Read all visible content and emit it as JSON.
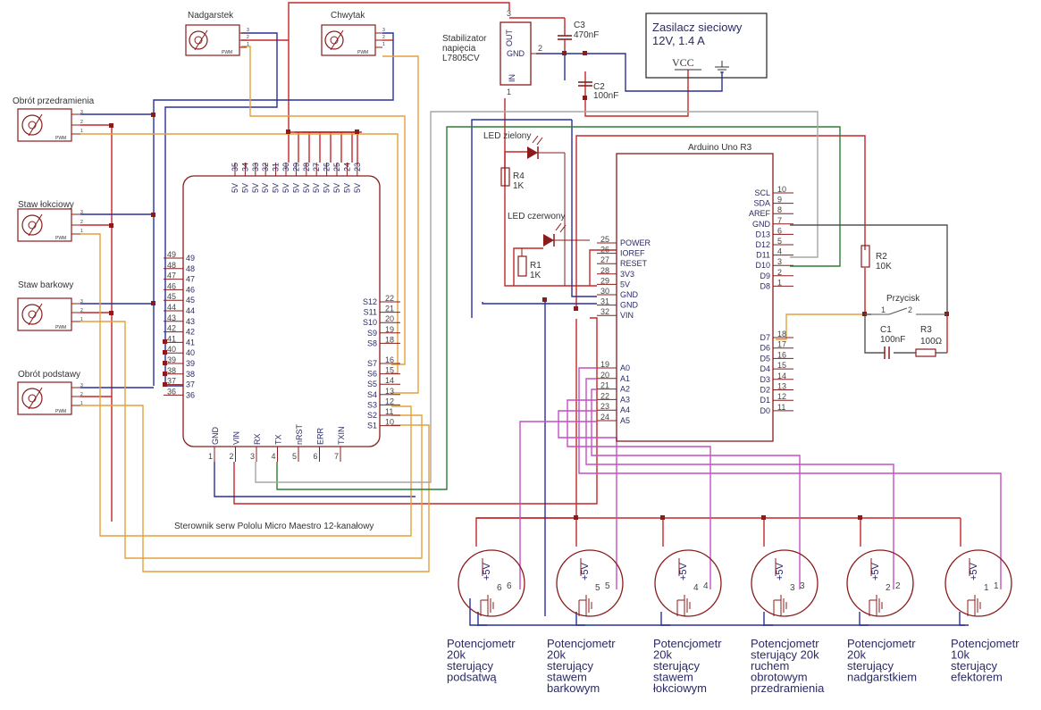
{
  "servos": [
    {
      "label": "Nadgarstek"
    },
    {
      "label": "Chwytak"
    },
    {
      "label": "Obrót przedramienia"
    },
    {
      "label": "Staw łokciowy"
    },
    {
      "label": "Staw barkowy"
    },
    {
      "label": "Obrót podstawy"
    }
  ],
  "servo_pins": [
    "3",
    "2",
    "1"
  ],
  "servo_pwm": "PWM",
  "regulator": {
    "label_lines": [
      "Stabilizator",
      "napięcia",
      "L7805CV"
    ],
    "pin_out": "OUT",
    "pin_gnd": "GND",
    "pin_in": "IN",
    "num_3": "3",
    "num_2": "2",
    "num_1": "1"
  },
  "capacitors": {
    "c3_name": "C3",
    "c3_value": "470nF",
    "c2_name": "C2",
    "c2_value": "100nF",
    "c1_name": "C1",
    "c1_value": "100nF"
  },
  "power_supply": {
    "title": "Zasilacz sieciowy",
    "spec": "12V, 1.4 A",
    "vcc": "VCC"
  },
  "leds": {
    "green": "LED zielony",
    "red": "LED czerwony",
    "r4_name": "R4",
    "r4_value": "1K",
    "r1_name": "R1",
    "r1_value": "1K"
  },
  "arduino": {
    "title": "Arduino Uno R3",
    "left_pins": [
      {
        "num": "25",
        "name": "POWER"
      },
      {
        "num": "26",
        "name": "IOREF"
      },
      {
        "num": "27",
        "name": "RESET"
      },
      {
        "num": "28",
        "name": "3V3"
      },
      {
        "num": "29",
        "name": "5V"
      },
      {
        "num": "30",
        "name": "GND"
      },
      {
        "num": "31",
        "name": "GND"
      },
      {
        "num": "32",
        "name": "VIN"
      }
    ],
    "analog_pins": [
      {
        "num": "19",
        "name": "A0"
      },
      {
        "num": "20",
        "name": "A1"
      },
      {
        "num": "21",
        "name": "A2"
      },
      {
        "num": "22",
        "name": "A3"
      },
      {
        "num": "23",
        "name": "A4"
      },
      {
        "num": "24",
        "name": "A5"
      }
    ],
    "right_top_pins": [
      {
        "name": "SCL",
        "num": "10"
      },
      {
        "name": "SDA",
        "num": "9"
      },
      {
        "name": "AREF",
        "num": "8"
      },
      {
        "name": "GND",
        "num": "7"
      },
      {
        "name": "D13",
        "num": "6"
      },
      {
        "name": "D12",
        "num": "5"
      },
      {
        "name": "D11",
        "num": "4"
      },
      {
        "name": "D10",
        "num": "3"
      },
      {
        "name": "D9",
        "num": "2"
      },
      {
        "name": "D8",
        "num": "1"
      }
    ],
    "right_bottom_pins": [
      {
        "name": "D7",
        "num": "18"
      },
      {
        "name": "D6",
        "num": "17"
      },
      {
        "name": "D5",
        "num": "16"
      },
      {
        "name": "D4",
        "num": "15"
      },
      {
        "name": "D3",
        "num": "14"
      },
      {
        "name": "D2",
        "num": "13"
      },
      {
        "name": "D1",
        "num": "12"
      },
      {
        "name": "D0",
        "num": "11"
      }
    ]
  },
  "button": {
    "label": "Przycisk",
    "r2_name": "R2",
    "r2_value": "10K",
    "r3_name": "R3",
    "r3_value": "100Ω",
    "pin1": "1",
    "pin2": "2"
  },
  "maestro": {
    "caption": "Sterownik serw Pololu Micro Maestro 12-kanałowy",
    "top_numbers": [
      "35",
      "34",
      "33",
      "32",
      "31",
      "30",
      "29",
      "28",
      "27",
      "26",
      "25",
      "24",
      "23"
    ],
    "top_names": [
      "5V",
      "5V",
      "5V",
      "5V",
      "5V",
      "5V",
      "5V",
      "5V",
      "5V",
      "5V",
      "5V",
      "5V",
      "5V"
    ],
    "left_pins": [
      "49",
      "48",
      "47",
      "46",
      "45",
      "44",
      "43",
      "42",
      "41",
      "40",
      "39",
      "38",
      "37",
      "36"
    ],
    "right_pins": [
      {
        "name": "S12",
        "num": "22"
      },
      {
        "name": "S11",
        "num": "21"
      },
      {
        "name": "S10",
        "num": "20"
      },
      {
        "name": "S9",
        "num": "19"
      },
      {
        "name": "S8",
        "num": "18"
      },
      {
        "name": "S7",
        "num": "16"
      },
      {
        "name": "S6",
        "num": "15"
      },
      {
        "name": "S5",
        "num": "14"
      },
      {
        "name": "S4",
        "num": "13"
      },
      {
        "name": "S3",
        "num": "12"
      },
      {
        "name": "S2",
        "num": "11"
      },
      {
        "name": "S1",
        "num": "10"
      }
    ],
    "bottom_pins": [
      {
        "num": "1",
        "name": "GND"
      },
      {
        "num": "2",
        "name": "VIN"
      },
      {
        "num": "3",
        "name": "RX"
      },
      {
        "num": "4",
        "name": "TX"
      },
      {
        "num": "5",
        "name": "nRST"
      },
      {
        "num": "6",
        "name": "ERR"
      },
      {
        "num": "7",
        "name": "TXIN"
      }
    ]
  },
  "potentiometers": [
    {
      "pin": "6",
      "lines": [
        "Potencjometr",
        "20k",
        "sterujący",
        "podsatwą"
      ]
    },
    {
      "pin": "5",
      "lines": [
        "Potencjometr",
        "20k",
        "sterujący",
        "stawem",
        "barkowym"
      ]
    },
    {
      "pin": "4",
      "lines": [
        "Potencjometr",
        "20k",
        "sterujący",
        "stawem",
        "łokciowym"
      ]
    },
    {
      "pin": "3",
      "lines": [
        "Potencjometr",
        "sterujący 20k",
        "ruchem",
        "obrotowym",
        "przedramienia"
      ]
    },
    {
      "pin": "2",
      "lines": [
        "Potencjometr",
        "20k",
        "sterujący",
        "nadgarstkiem"
      ]
    },
    {
      "pin": "1",
      "lines": [
        "Potencjometr",
        "10k",
        "sterujący",
        "efektorem"
      ]
    }
  ],
  "pot_plus": "+5V",
  "colors": {
    "red": "#c62828",
    "blue": "#2b2f9a",
    "orange": "#e3a13b",
    "green": "#2e7d32",
    "purple": "#c44fc4",
    "gray": "#a6a6a6",
    "darkred": "#9b1b1b",
    "component": "#8a1c1c",
    "text": "#2a2a66"
  }
}
